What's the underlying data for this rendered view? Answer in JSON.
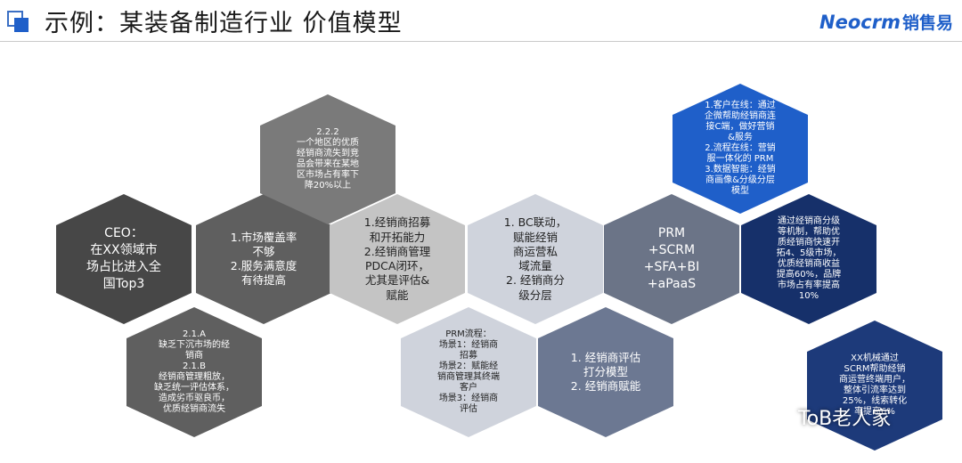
{
  "header": {
    "title": "示例：某装备制造行业 价值模型",
    "logo_brand": "Neocrm",
    "logo_cn": "销售易"
  },
  "hexagons": {
    "ceo": "CEO：\n在XX领域市\n场占比进入全\n国Top3",
    "coverage": "1.市场覆盖率\n不够\n2.服务满意度\n有待提高",
    "dealer_loss": "2.2.2\n一个地区的优质\n经销商流失到竞\n品会带来在某地\n区市场占有率下\n降20%以上",
    "lowtier": "2.1.A\n缺乏下沉市场的经\n销商\n2.1.B\n经销商管理粗放，\n缺乏统一评估体系，\n造成劣币驱良币，\n优质经销商流失",
    "recruit": "1.经销商招募\n和开拓能力\n2.经销商管理\nPDCA闭环，\n尤其是评估&\n赋能",
    "bc_link": "1.   BC联动，\n赋能经销\n商运营私\n域流量\n2.   经销商分\n级分层",
    "prm_flow": "PRM流程：\n场景1：经销商\n招募\n场景2：赋能经\n销商管理其终端\n客户\n场景3：经销商\n评估",
    "prm_stack": "PRM\n+SCRM\n+SFA+BI\n+aPaaS",
    "eval_model": "1. 经销商评估\n打分模型\n2. 经销商赋能",
    "online": "1.客户在线：通过\n企微帮助经销商连\n接C端，做好营销\n&服务\n2.流程在线：营销\n服一体化的 PRM\n3.数据智能：经销\n商画像&分级分层\n模型",
    "result_dealer": "通过经销商分级\n等机制，帮助优\n质经销商快速开\n拓4、5级市场，\n优质经销商收益\n提高60%，品牌\n市场占有率提高\n10%",
    "result_scrm": "XX机械通过\nSCRM帮助经销\n商运营终端用户，\n整体引流率达到\n25%，线索转化\n率提高6%"
  },
  "footer": {
    "account": "ToB老人家"
  },
  "colors": {
    "accent_blue": "#1f5fc9",
    "navy": "#16306a"
  }
}
